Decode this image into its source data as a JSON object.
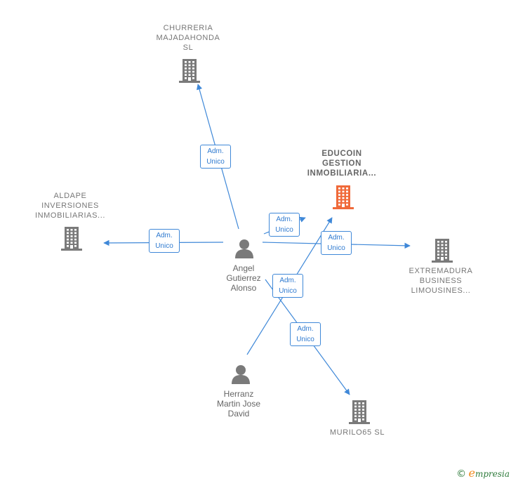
{
  "colors": {
    "edge": "#3f88d8",
    "company": "#7a7a7a",
    "main_company": "#f06a3a",
    "person": "#7a7a7a"
  },
  "nodes": [
    {
      "id": "churreria",
      "type": "company",
      "lines": [
        "CHURRERIA",
        "MAJADAHONDA",
        "SL"
      ]
    },
    {
      "id": "educoin",
      "type": "main_company",
      "lines": [
        "EDUCOIN",
        "GESTION",
        "INMOBILIARIA..."
      ]
    },
    {
      "id": "aldape",
      "type": "company",
      "lines": [
        "ALDAPE",
        "INVERSIONES",
        "INMOBILIARIAS..."
      ]
    },
    {
      "id": "extremadura",
      "type": "company",
      "lines": [
        "EXTREMADURA",
        "BUSINESS",
        "LIMOUSINES..."
      ]
    },
    {
      "id": "murilo",
      "type": "company",
      "lines": [
        "MURILO65  SL"
      ]
    },
    {
      "id": "angel",
      "type": "person",
      "lines": [
        "Angel",
        "Gutierrez",
        "Alonso"
      ]
    },
    {
      "id": "herranz",
      "type": "person",
      "lines": [
        "Herranz",
        "Martin Jose",
        "David"
      ]
    }
  ],
  "edges": [
    {
      "from": "angel",
      "to": "churreria",
      "label": [
        "Adm.",
        "Unico"
      ]
    },
    {
      "from": "angel",
      "to": "educoin",
      "label": [
        "Adm.",
        "Unico"
      ]
    },
    {
      "from": "angel",
      "to": "aldape",
      "label": [
        "Adm.",
        "Unico"
      ]
    },
    {
      "from": "angel",
      "to": "extremadura",
      "label": [
        "Adm.",
        "Unico"
      ]
    },
    {
      "from": "angel",
      "to": "murilo",
      "label": [
        "Adm.",
        "Unico"
      ]
    },
    {
      "from": "herranz",
      "to": "educoin",
      "label": [
        "Adm.",
        "Unico"
      ]
    }
  ],
  "brand": {
    "copyright": "©",
    "e": "e",
    "rest": "mpresia"
  }
}
